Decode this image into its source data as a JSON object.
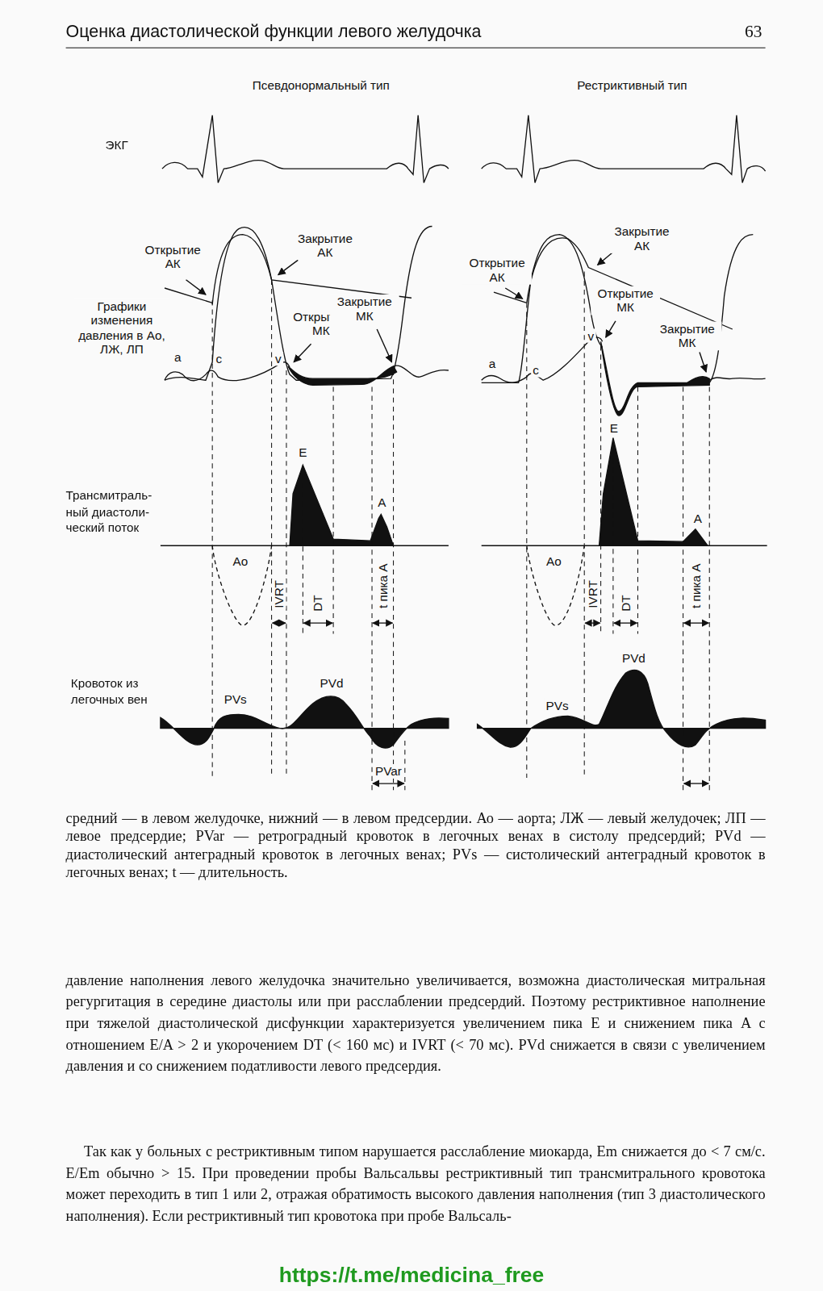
{
  "diagram": {
    "caption": "средний — в левом желудочке, нижний — в левом предсердии. Ао — аорта; ЛЖ — левый желудочек; ЛП — левое предсердие; PVar — ретроградный кровоток в легочных венах в систолу предсердий; PVd — диастолический антеградный кровоток в легочных венах; PVs — систолический антеградный кровоток в легочных венах; t — длительность.",
    "labels": [
      "Оценка диастолической функции левого желудочка",
      "63",
      "Псевдонормальный тип",
      "Рестриктивный тип",
      "ЭКГ",
      "Графики изменения давления в Ао, ЛЖ, ЛП",
      "Открытие АК",
      "Закрытие АК",
      "Открытие МК",
      "Закрытие МК",
      "a",
      "c",
      "v",
      "E",
      "A",
      "Ао",
      "IVRT",
      "DT",
      "t пика А",
      "PVs",
      "PVd",
      "PVar",
      "Открытие АК",
      "Закрытие АК",
      "Открытие МК",
      "Закрытие МК",
      "a",
      "c",
      "v",
      "E",
      "A",
      "Ао",
      "IVRT",
      "DT",
      "t пика А",
      "PVs",
      "PVd",
      "Кровоток из легочных вен",
      "Трансмитраль- ный диастоли- ческий поток",
      "давление наполнения левого желудочка значительно увеличивается, возможна диастолическая митральная регургитация в середине диастолы или при расслаблении предсердий. Поэтому рестриктивное наполнение при тяжелой диастолической дисфункции характеризуется увеличением пика E и снижением пика A с отношением E/A > 2 и укорочением DT (< 160 мс) и IVRT (< 70 мс). PVd снижается в связи с увеличением давления и со снижением податливости левого предсердия.",
      "Так как у больных с рестриктивным типом нарушается расслабление миокарда, Em снижается до < 7 см/с. E/Em обычно > 15. При проведении пробы Вальсальвы рестриктивный тип трансмитрального кровотока может переходить в тип 1 или 2, отражая обратимость высокого давления наполнения (тип 3 диастолического наполнения). Если рестриктивный тип кровотока при пробе Вальсаль-",
      "https://t.me/medicina_free"
    ]
  }
}
